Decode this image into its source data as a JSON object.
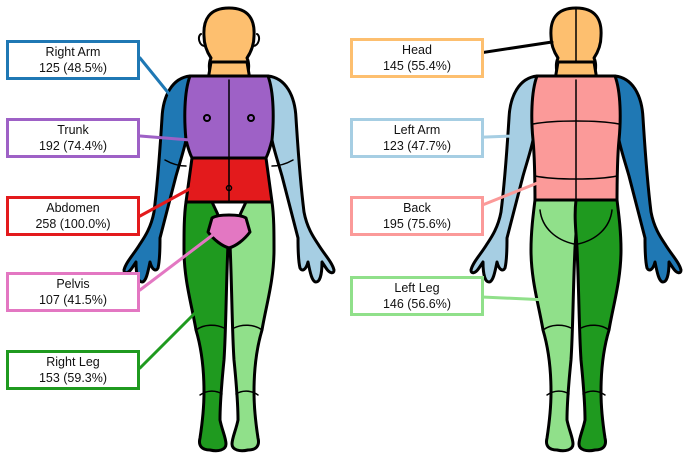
{
  "colors": {
    "skin": "#fdbf6f",
    "right_arm": "#1f78b4",
    "left_arm": "#a6cee3",
    "trunk": "#9e61c6",
    "abdomen": "#e31a1c",
    "pelvis": "#e377c2",
    "right_leg": "#1f9a1f",
    "left_leg": "#90e08a",
    "back": "#fb9a99",
    "outline": "#000000"
  },
  "regions": {
    "right_arm": {
      "name": "Right Arm",
      "stat": "125 (48.5%)",
      "count": 125,
      "percent": 48.5,
      "color": "#1f78b4"
    },
    "trunk": {
      "name": "Trunk",
      "stat": "192 (74.4%)",
      "count": 192,
      "percent": 74.4,
      "color": "#9e61c6"
    },
    "abdomen": {
      "name": "Abdomen",
      "stat": "258 (100.0%)",
      "count": 258,
      "percent": 100.0,
      "color": "#e31a1c"
    },
    "pelvis": {
      "name": "Pelvis",
      "stat": "107 (41.5%)",
      "count": 107,
      "percent": 41.5,
      "color": "#e377c2"
    },
    "right_leg": {
      "name": "Right Leg",
      "stat": "153 (59.3%)",
      "count": 153,
      "percent": 59.3,
      "color": "#1f9a1f"
    },
    "head": {
      "name": "Head",
      "stat": "145 (55.4%)",
      "count": 145,
      "percent": 55.4,
      "color": "#fdbf6f"
    },
    "left_arm": {
      "name": "Left Arm",
      "stat": "123 (47.7%)",
      "count": 123,
      "percent": 47.7,
      "color": "#a6cee3"
    },
    "back": {
      "name": "Back",
      "stat": "195 (75.6%)",
      "count": 195,
      "percent": 75.6,
      "color": "#fb9a99"
    },
    "left_leg": {
      "name": "Left Leg",
      "stat": "146 (56.6%)",
      "count": 146,
      "percent": 56.6,
      "color": "#90e08a"
    }
  }
}
